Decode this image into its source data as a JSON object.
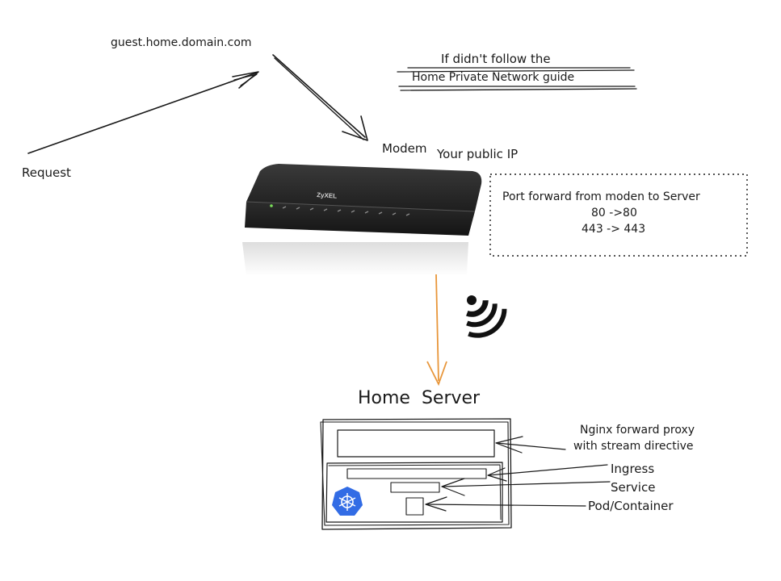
{
  "labels": {
    "domain": "guest.home.domain.com",
    "request": "Request",
    "note_line1": "If didn't follow the",
    "note_line2": "Home Private Network guide",
    "modem": "Modem",
    "public_ip": "Your public IP",
    "router_brand": "ZyXEL",
    "port_forward_title": "Port forward from moden to Server",
    "port_forward_line1": "80 ->80",
    "port_forward_line2": "443 -> 443",
    "home_server": "Home  Server",
    "nginx_line1": "Nginx forward proxy",
    "nginx_line2": "with stream directive",
    "ingress": "Ingress",
    "service": "Service",
    "pod": "Pod/Container"
  },
  "icons": [
    "modem-router",
    "wifi-signal-icon",
    "kubernetes-icon"
  ],
  "colors": {
    "ink": "#1a1a1a",
    "arrow_modem_to_server": "#e8963a",
    "kubernetes_blue": "#326ce5",
    "router_body": "#2a2a2a"
  }
}
